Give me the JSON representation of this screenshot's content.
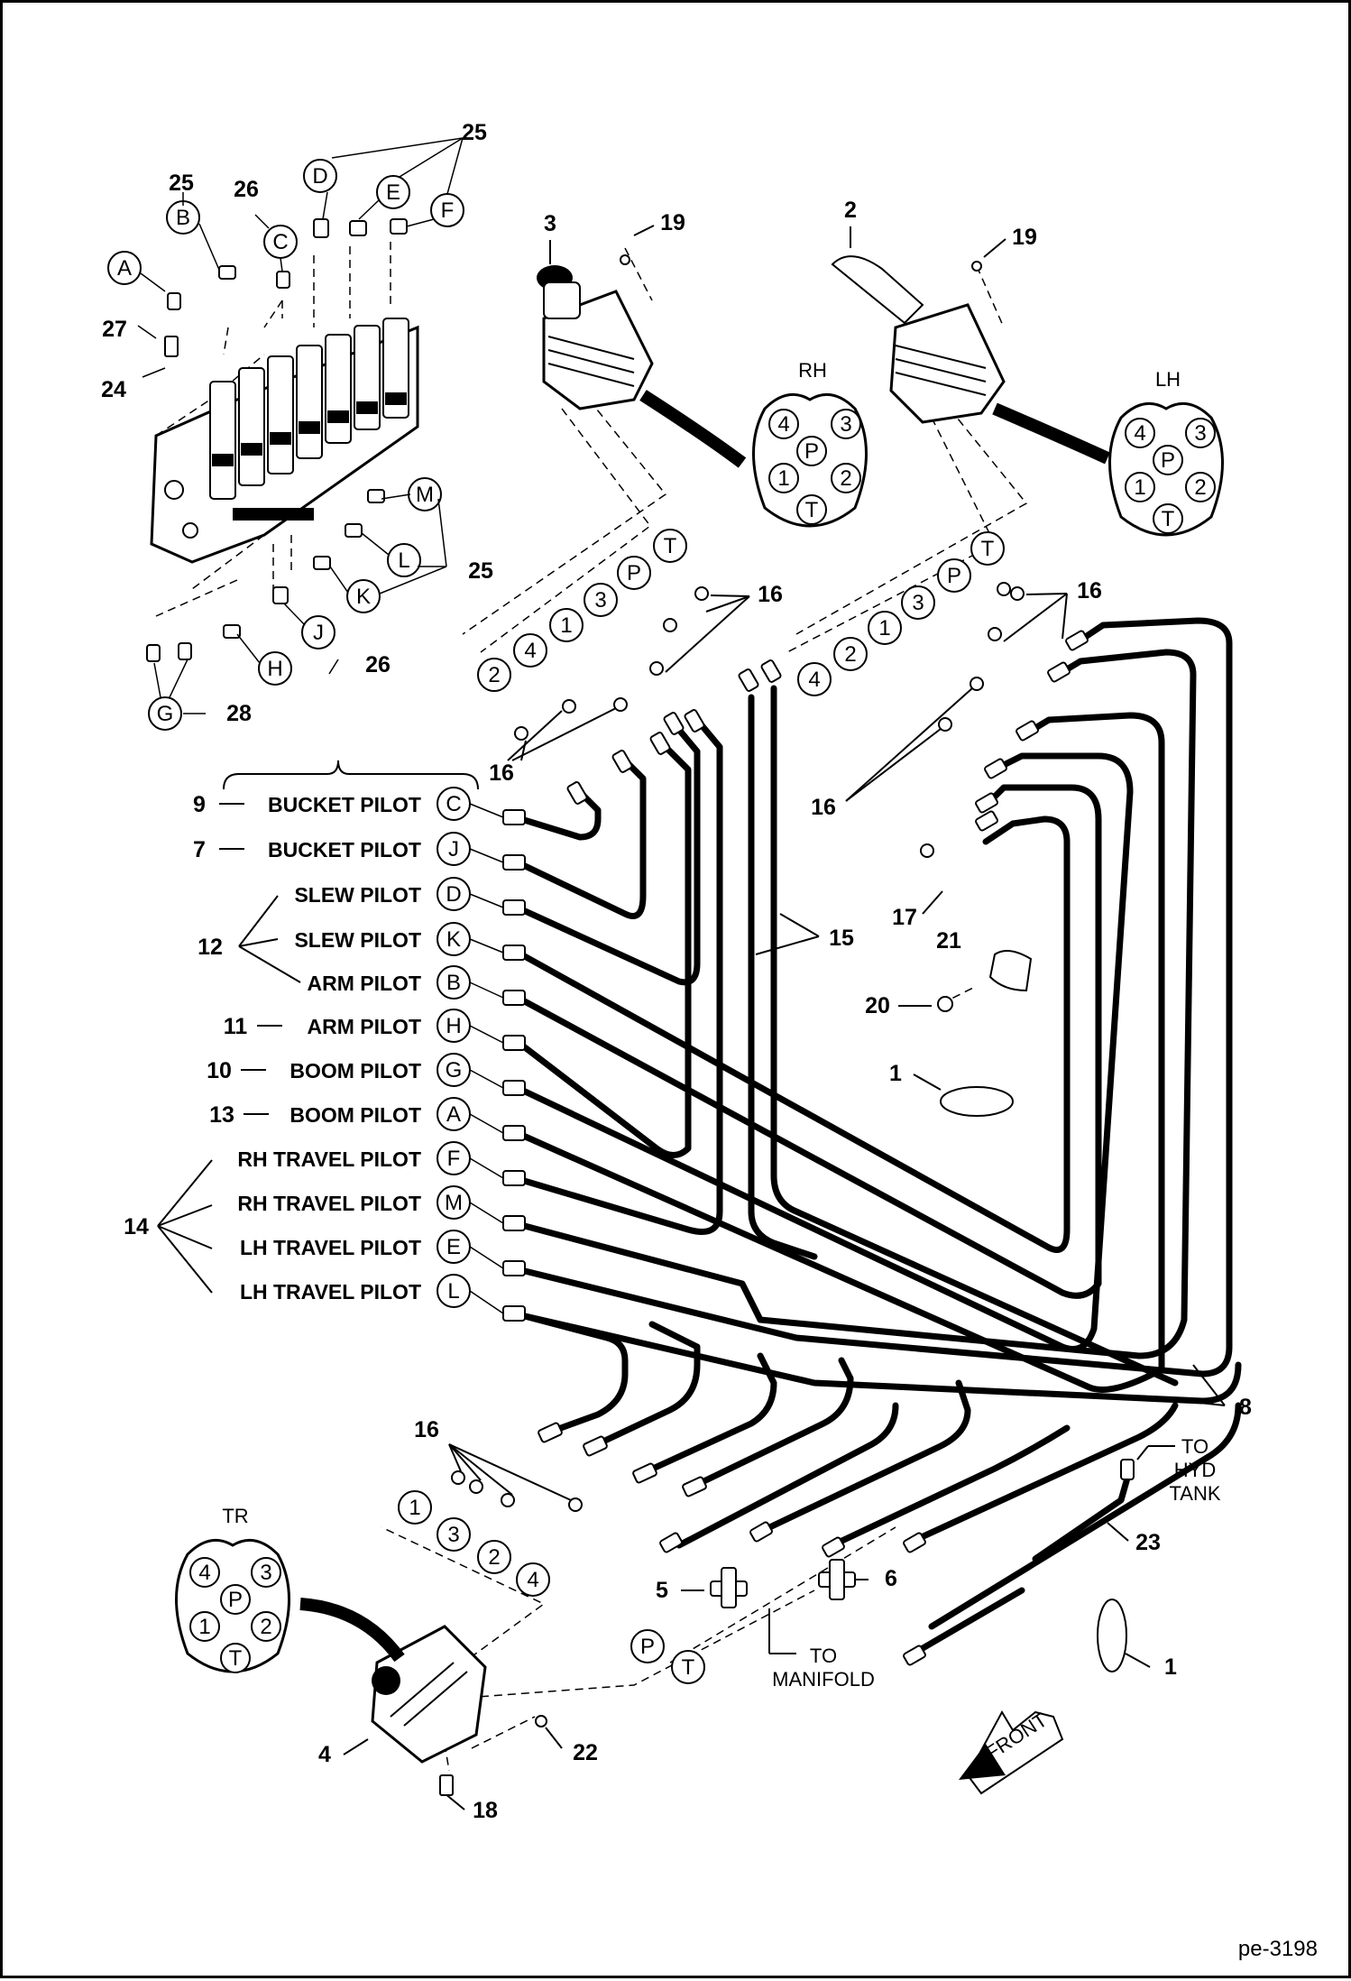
{
  "figure_id": "pe-3198",
  "pilot_labels": [
    {
      "num": "9",
      "text": "BUCKET PILOT",
      "letter": "C"
    },
    {
      "num": "7",
      "text": "BUCKET PILOT",
      "letter": "J"
    },
    {
      "num": "",
      "text": "SLEW PILOT",
      "letter": "D"
    },
    {
      "num": "12",
      "text": "SLEW PILOT",
      "letter": "K"
    },
    {
      "num": "",
      "text": "ARM PILOT",
      "letter": "B"
    },
    {
      "num": "11",
      "text": "ARM PILOT",
      "letter": "H"
    },
    {
      "num": "10",
      "text": "BOOM PILOT",
      "letter": "G"
    },
    {
      "num": "13",
      "text": "BOOM PILOT",
      "letter": "A"
    },
    {
      "num": "",
      "text": "RH TRAVEL PILOT",
      "letter": "F"
    },
    {
      "num": "14",
      "text": "RH TRAVEL PILOT",
      "letter": "M"
    },
    {
      "num": "",
      "text": "LH TRAVEL PILOT",
      "letter": "E"
    },
    {
      "num": "",
      "text": "LH TRAVEL PILOT",
      "letter": "L"
    }
  ],
  "ports": [
    "4",
    "3",
    "P",
    "1",
    "2",
    "T"
  ],
  "connectors": {
    "rh": "RH",
    "lh": "LH",
    "tr": "TR"
  },
  "valve_letters": {
    "A": "A",
    "B": "B",
    "C": "C",
    "D": "D",
    "E": "E",
    "F": "F",
    "G": "G",
    "H": "H",
    "J": "J",
    "K": "K",
    "L": "L",
    "M": "M"
  },
  "part_numbers": {
    "n1": "1",
    "n2": "2",
    "n3": "3",
    "n4": "4",
    "n5": "5",
    "n6": "6",
    "n7": "7",
    "n8": "8",
    "n15": "15",
    "n16": "16",
    "n17": "17",
    "n18": "18",
    "n19": "19",
    "n20": "20",
    "n21": "21",
    "n22": "22",
    "n23": "23",
    "n24": "24",
    "n25": "25",
    "n26": "26",
    "n27": "27",
    "n28": "28"
  },
  "port_letters": {
    "one": "1",
    "two": "2",
    "three": "3",
    "four": "4",
    "p": "P",
    "t": "T"
  },
  "callouts": {
    "to_hyd_tank": [
      "TO",
      "HYD",
      "TANK"
    ],
    "to_manifold": [
      "TO",
      "MANIFOLD"
    ],
    "front": "FRONT"
  }
}
